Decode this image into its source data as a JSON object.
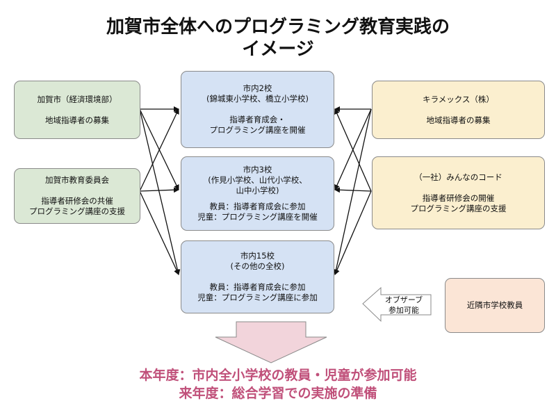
{
  "title": {
    "line1": "加賀市全体へのプログラミング教育実践の",
    "line2": "イメージ"
  },
  "left_boxes": [
    {
      "line1": "加賀市（経済環境部）",
      "line2": "地域指導者の募集",
      "line3": ""
    },
    {
      "line1": "加賀市教育委員会",
      "line2": "指導者研修会の共催",
      "line3": "プログラミング講座の支援"
    }
  ],
  "center_boxes": [
    {
      "head1": "市内2校",
      "head2": "(錦城東小学校、橋立小学校)",
      "head3": "",
      "body1": "指導者育成会・",
      "body2": "プログラミング講座を開催"
    },
    {
      "head1": "市内3校",
      "head2": "(作見小学校、山代小学校、",
      "head3": "山中小学校)",
      "body1": "教員：指導者育成会に参加",
      "body2": "児童：プログラミング講座を開催"
    },
    {
      "head1": "市内15校",
      "head2": "(その他の全校)",
      "head3": "",
      "body1": "教員：指導者育成会に参加",
      "body2": "児童：プログラミング講座に参加"
    }
  ],
  "right_boxes": [
    {
      "line1": "キラメックス（株）",
      "line2": "地域指導者の募集",
      "line3": ""
    },
    {
      "line1": "（一社）みんなのコード",
      "line2": "指導者研修会の開催",
      "line3": "プログラミング講座の支援"
    },
    {
      "line1": "近隣市学校教員",
      "line2": "",
      "line3": ""
    }
  ],
  "observer_arrow": {
    "line1": "オブザーブ",
    "line2": "参加可能"
  },
  "conclusion": {
    "line1": "本年度：市内全小学校の教員・児童が参加可能",
    "line2": "来年度：総合学習での実施の準備"
  },
  "colors": {
    "left_fill": "#dbe8d5",
    "center_fill": "#d5e2f4",
    "right_fill": "#fbefcf",
    "neighbor_fill": "#fbe5d6",
    "conclusion_text": "#c0507a",
    "down_arrow_fill": "#f2d4db"
  }
}
